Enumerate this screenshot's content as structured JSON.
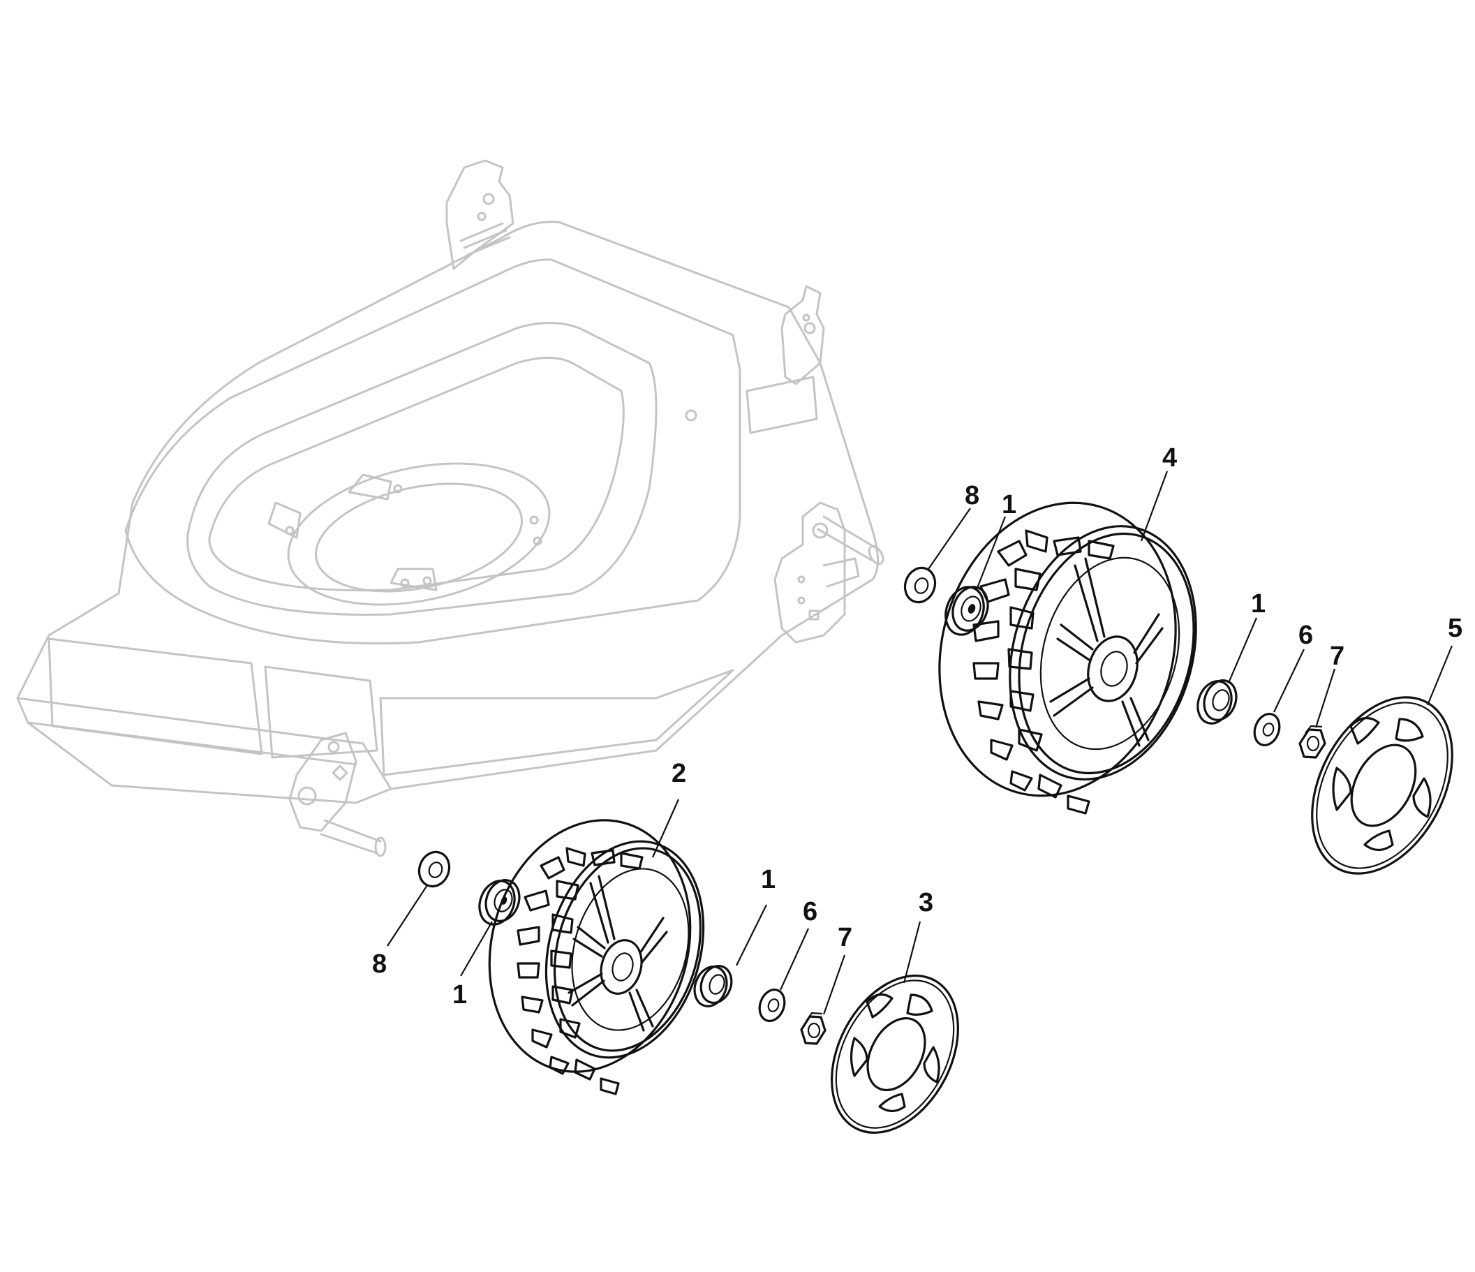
{
  "callouts": {
    "right_wheel": "4",
    "right_washer_inner": "8",
    "right_bearing_inner": "1",
    "right_bearing_outer": "1",
    "right_washer_outer": "6",
    "right_nut": "7",
    "right_hubcap": "5",
    "left_wheel": "2",
    "left_washer_inner": "8",
    "left_bearing_inner": "1",
    "left_bearing_outer": "1",
    "left_washer_outer": "6",
    "left_nut": "7",
    "left_hubcap": "3"
  },
  "colors": {
    "deck_outline": "#c4c4c4",
    "part_outline": "#111111",
    "background": "#ffffff"
  }
}
